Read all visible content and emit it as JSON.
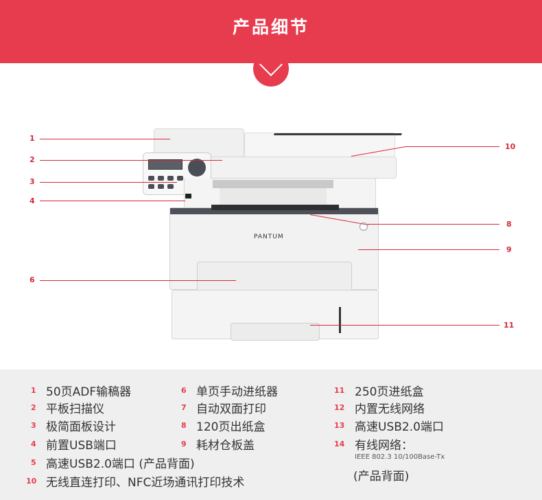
{
  "header": {
    "title": "产品细节"
  },
  "brand": "PANTUM",
  "callouts": [
    "1",
    "2",
    "3",
    "4",
    "6",
    "8",
    "9",
    "10",
    "11"
  ],
  "features": [
    {
      "num": "1",
      "text": "50页ADF输稿器"
    },
    {
      "num": "2",
      "text": "平板扫描仪"
    },
    {
      "num": "3",
      "text": "极简面板设计"
    },
    {
      "num": "4",
      "text": "前置USB端口"
    },
    {
      "num": "5",
      "text": "高速USB2.0端口 (产品背面)"
    },
    {
      "num": "10",
      "text": "无线直连打印、NFC近场通讯打印技术"
    },
    {
      "num": "6",
      "text": "单页手动进纸器"
    },
    {
      "num": "7",
      "text": "自动双面打印"
    },
    {
      "num": "8",
      "text": "120页出纸盒"
    },
    {
      "num": "9",
      "text": "耗材仓板盖"
    },
    {
      "num": "11",
      "text": "250页进纸盒"
    },
    {
      "num": "12",
      "text": "内置无线网络"
    },
    {
      "num": "13",
      "text": "高速USB2.0端口"
    },
    {
      "num": "14",
      "text": "有线网络："
    }
  ],
  "network_spec": "IEEE 802.3 10/100Base-Tx",
  "network_note": "(产品背面)"
}
